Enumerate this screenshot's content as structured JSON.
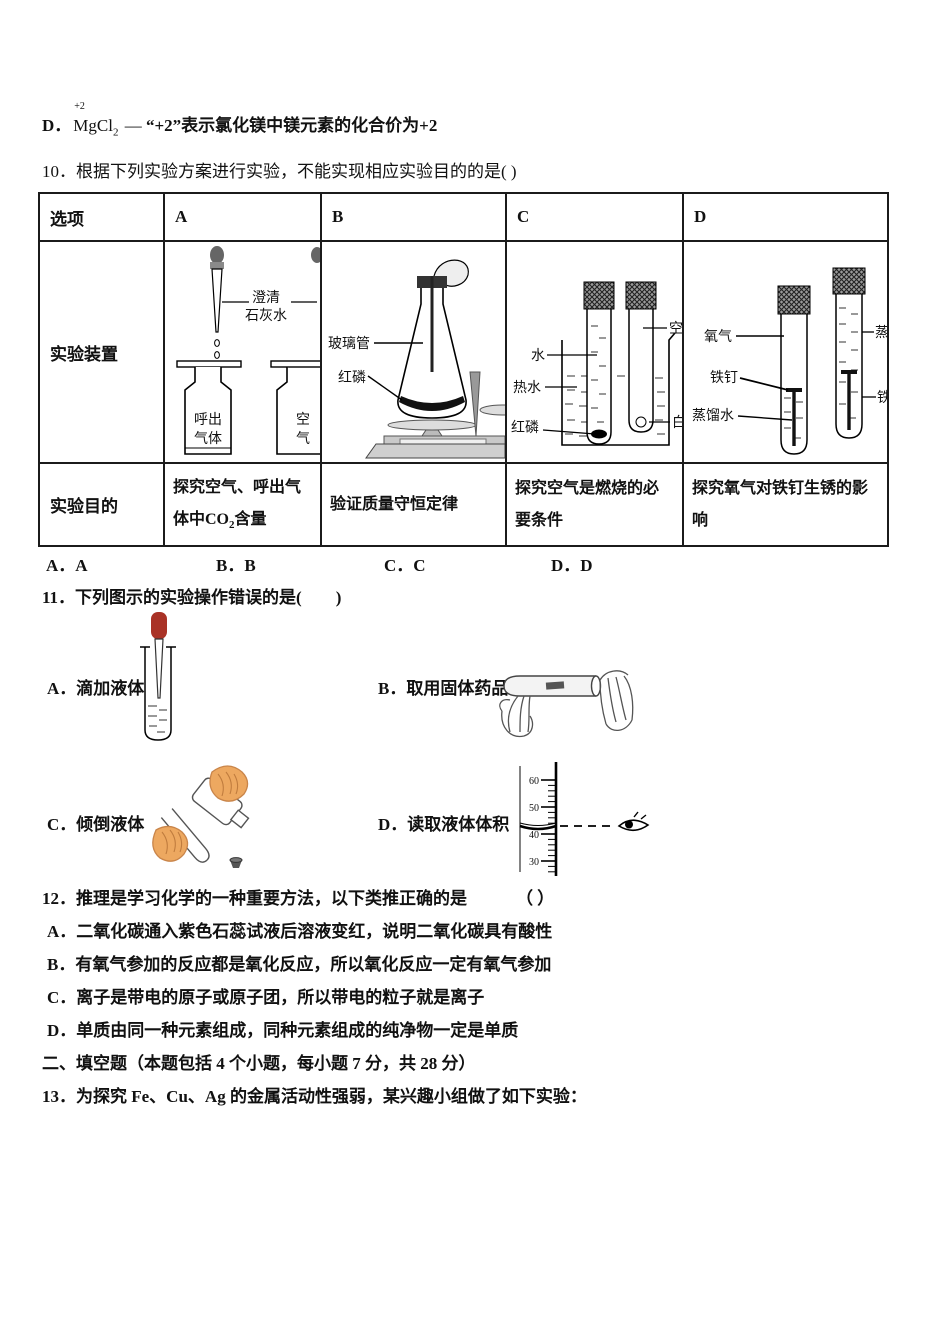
{
  "optD": {
    "label": "D．",
    "ox": "+2",
    "formula": "MgCl",
    "sub": "2",
    "dash": "—",
    "text": "“+2”表示氯化镁中镁元素的化合价为+2"
  },
  "q10": {
    "stem": "10．根据下列实验方案进行实验，不能实现相应实验目的的是(  )",
    "table": {
      "headers": [
        "选项",
        "A",
        "B",
        "C",
        "D"
      ],
      "row_apparatus_label": "实验装置",
      "row_purpose_label": "实验目的",
      "purpose_a": {
        "pre": "探究空气、呼出气体中CO",
        "sub": "2",
        "post": "含量"
      },
      "purpose_b": "验证质量守恒定律",
      "purpose_c": "探究空气是燃烧的必要条件",
      "purpose_d": "探究氧气对铁钉生锈的影响",
      "diagram_a": {
        "limewater1": "澄清",
        "limewater2": "石灰水",
        "bottle1a": "呼出",
        "bottle1b": "气体",
        "bottle2a": "空",
        "bottle2b": "气"
      },
      "diagram_b": {
        "glass_tube": "玻璃管",
        "red_p": "红磷"
      },
      "diagram_c": {
        "water": "水",
        "hot_water": "热水",
        "red_p": "红磷",
        "air_cut": "空",
        "white_cut": "白"
      },
      "diagram_d": {
        "oxygen": "氧气",
        "iron_nail": "铁钉",
        "distilled": "蒸馏水",
        "steam_cut": "蒸",
        "iron_cut": "铁"
      }
    },
    "answers": [
      "A．A",
      "B．B",
      "C．C",
      "D．D"
    ]
  },
  "q11": {
    "stem": "11．下列图示的实验操作错误的是(　　)",
    "opt_a": "A．滴加液体",
    "opt_b": "B．取用固体药品",
    "opt_c": "C．倾倒液体",
    "opt_d": "D．读取液体体积",
    "cyl_ticks": [
      "60",
      "50",
      "40",
      "30"
    ]
  },
  "q12": {
    "stem": "12．推理是学习化学的一种重要方法，以下类推正确的是",
    "paren": "（  ）",
    "options": [
      "A．二氧化碳通入紫色石蕊试液后溶液变红，说明二氧化碳具有酸性",
      "B．有氧气参加的反应都是氧化反应，所以氧化反应一定有氧气参加",
      "C．离子是带电的原子或原子团，所以带电的粒子就是离子",
      "D．单质由同一种元素组成，同种元素组成的纯净物一定是单质"
    ]
  },
  "section2": "二、填空题（本题包括 4 个小题，每小题 7 分，共 28 分）",
  "q13": "13．为探究 Fe、Cu、Ag 的金属活动性强弱，某兴趣小组做了如下实验：",
  "colors": {
    "dropper_red": "#a93226",
    "hand_orange": "#eda860",
    "ink": "#111111"
  }
}
